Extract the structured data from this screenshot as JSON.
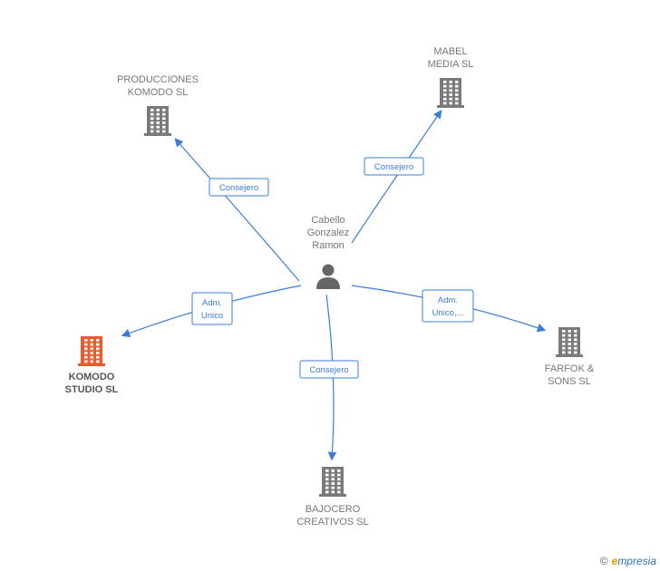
{
  "center": {
    "name_lines": [
      "Cabello",
      "Gonzalez",
      "Ramon"
    ]
  },
  "companies": [
    {
      "id": "producciones",
      "lines": [
        "PRODUCCIONES",
        "KOMODO SL"
      ],
      "highlight": false
    },
    {
      "id": "mabel",
      "lines": [
        "MABEL",
        "MEDIA  SL"
      ],
      "highlight": false
    },
    {
      "id": "komodo",
      "lines": [
        "KOMODO",
        "STUDIO  SL"
      ],
      "highlight": true
    },
    {
      "id": "farfok",
      "lines": [
        "FARFOK &",
        "SONS SL"
      ],
      "highlight": false
    },
    {
      "id": "bajocero",
      "lines": [
        "BAJOCERO",
        "CREATIVOS SL"
      ],
      "highlight": false
    }
  ],
  "edges": [
    {
      "to": "producciones",
      "lines": [
        "Consejero"
      ]
    },
    {
      "to": "mabel",
      "lines": [
        "Consejero"
      ]
    },
    {
      "to": "komodo",
      "lines": [
        "Adm.",
        "Unico"
      ]
    },
    {
      "to": "farfok",
      "lines": [
        "Adm.",
        "Unico,..."
      ]
    },
    {
      "to": "bajocero",
      "lines": [
        "Consejero"
      ]
    }
  ],
  "colors": {
    "edge": "#3b7dd8",
    "building": "#7a7a7a",
    "highlight": "#f05a28",
    "person": "#666666"
  },
  "footer": {
    "copyright": "©",
    "brand_initial": "e",
    "brand_rest": "mpresia"
  }
}
